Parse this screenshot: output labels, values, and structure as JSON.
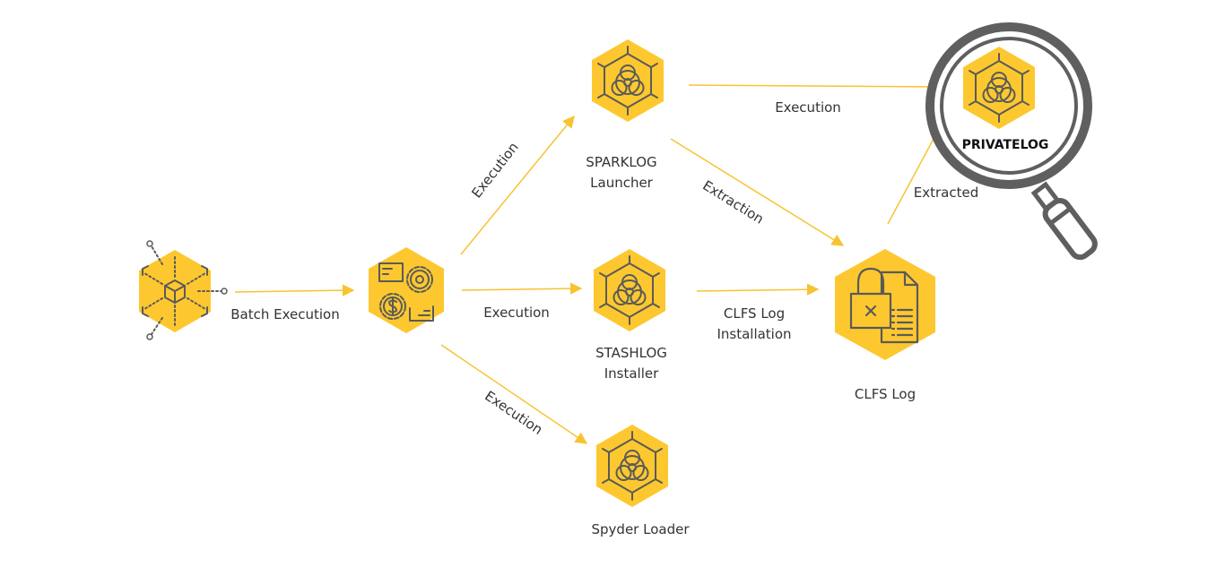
{
  "colors": {
    "accent": "#FDC82F",
    "arrow": "#F7C331",
    "icon_stroke": "#5a5a5a",
    "magnifier": "#5f5f5f",
    "text": "#333333"
  },
  "nodes": {
    "source": {
      "icon": "cube-network-icon"
    },
    "batch": {
      "icon": "gears-script-icon"
    },
    "sparklog": {
      "label_line1": "SPARKLOG",
      "label_line2": "Launcher",
      "icon": "biohazard-icon"
    },
    "stashlog": {
      "label_line1": "STASHLOG",
      "label_line2": "Installer",
      "icon": "biohazard-icon"
    },
    "spyder": {
      "label": "Spyder Loader",
      "icon": "biohazard-icon"
    },
    "clfs": {
      "label": "CLFS Log",
      "icon": "locked-document-icon"
    },
    "privatelog": {
      "label": "PRIVATELOG",
      "icon": "biohazard-icon",
      "magnifier_icon": "magnifying-glass-icon"
    }
  },
  "edges": {
    "batch_execution": "Batch Execution",
    "exec_to_sparklog": "Execution",
    "exec_to_stashlog": "Execution",
    "exec_to_spyder": "Execution",
    "sparklog_to_privatelog": "Execution",
    "sparklog_extraction": "Extraction",
    "clfs_install_line1": "CLFS Log",
    "clfs_install_line2": "Installation",
    "extracted": "Extracted"
  }
}
